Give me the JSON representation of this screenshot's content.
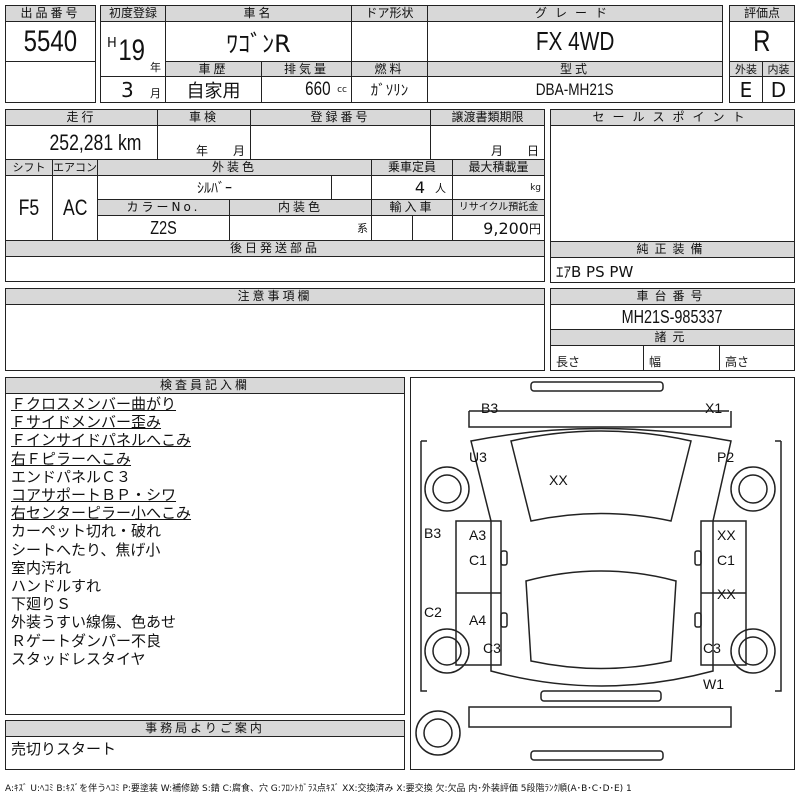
{
  "header": {
    "lot_label": "出品番号",
    "lot": "5540",
    "first_reg_label": "初度登録",
    "era": "H",
    "year": "19",
    "year_unit": "年",
    "month": "3",
    "month_unit": "月",
    "name_label": "車名",
    "name": "ﾜｺﾞﾝR",
    "door_label": "ドア形状",
    "grade_label": "グレード",
    "grade": "FX 4WD",
    "score_label": "評価点",
    "score": "R",
    "history_label": "車歴",
    "history": "自家用",
    "displacement_label": "排気量",
    "displacement": "660",
    "displacement_unit": "cc",
    "fuel_label": "燃料",
    "fuel": "ｶﾞｿﾘﾝ",
    "model_label": "型式",
    "model": "DBA-MH21S",
    "ext_label": "外装",
    "ext": "E",
    "int_label": "内装",
    "int": "D"
  },
  "info": {
    "mileage_label": "走行",
    "mileage": "252,281 km",
    "inspection_label": "車検",
    "insp_year": "年",
    "insp_month": "月",
    "reg_label": "登録番号",
    "doc_label": "譲渡書類期限",
    "doc_month": "月",
    "doc_day": "日",
    "shift_label": "シフト",
    "shift": "F5",
    "ac_label": "エアコン",
    "ac": "AC",
    "color_label": "外装色",
    "color": "ｼﾙﾊﾞｰ",
    "seats_label": "乗車定員",
    "seats": "4",
    "seats_unit": "人",
    "load_label": "最大積載量",
    "load_unit": "kg",
    "colorno_label": "カラーNo.",
    "colorno": "Z2S",
    "interior_label": "内装色",
    "interior_unit": "系",
    "import_label": "輸入車",
    "recycle_label": "リサイクル預託金",
    "recycle": "9,200",
    "recycle_unit": "円",
    "later_label": "後日発送部品",
    "notice_label": "注意事項欄"
  },
  "right": {
    "sales_label": "セールスポイント",
    "equip_label": "純正装備",
    "equip": "ｴｱB PS PW",
    "chassis_label": "車台番号",
    "chassis": "MH21S-985337",
    "spec_label": "諸元",
    "length": "長さ",
    "width": "幅",
    "height": "高さ"
  },
  "inspector": {
    "label": "検査員記入欄",
    "notes": [
      "Ｆクロスメンバー曲がり",
      "Ｆサイドメンバー歪み",
      "Ｆインサイドパネルへこみ",
      "右Ｆピラーへこみ",
      "エンドパネルＣ３",
      "コアサポートＢＰ・シワ",
      "右センターピラー小へこみ",
      "カーペット切れ・破れ",
      "シートへたり、焦げ小",
      "室内汚れ",
      "ハンドルすれ",
      "下廻りＳ",
      "外装うすい線傷、色あせ",
      "Ｒゲートダンパー不良",
      "スタッドレスタイヤ"
    ]
  },
  "office": {
    "label": "事務局よりご案内",
    "text": "売切りスタート"
  },
  "diagram": {
    "marks": [
      "B3",
      "X1",
      "U3",
      "P2",
      "XX",
      "B3",
      "A3",
      "XX",
      "C1",
      "C1",
      "XX",
      "C2",
      "A4",
      "C3",
      "C3",
      "W1"
    ]
  },
  "footer": "A:ｷｽﾞ U:ﾍｺﾐ B:ｷｽﾞを伴うﾍｺﾐ P:要塗装 W:補修跡 S:錆 C:腐食、穴 G:ﾌﾛﾝﾄｶﾞﾗｽ点ｷｽﾞ XX:交換済み X:要交換 欠:欠品 内･外装評価 5段階ﾗﾝｸ順(A･B･C･D･E) 1"
}
